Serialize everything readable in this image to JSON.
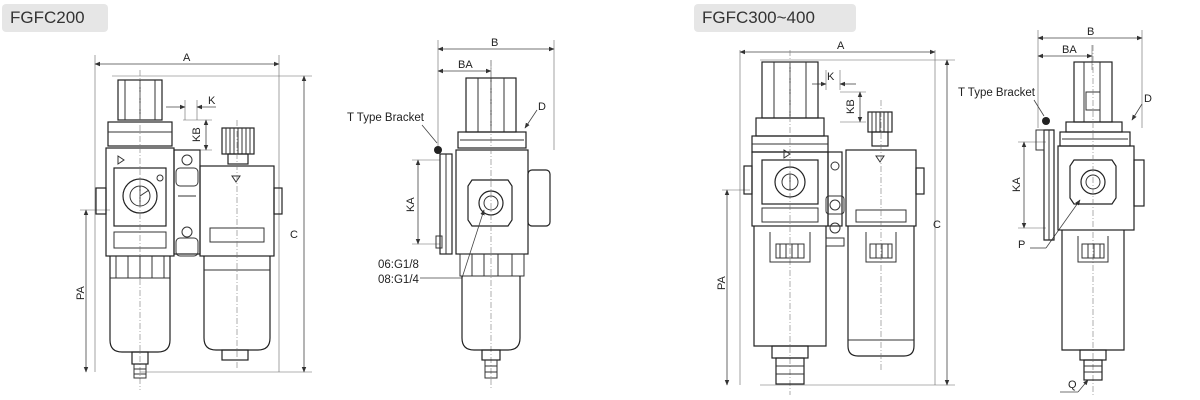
{
  "models": {
    "left": "FGFC200",
    "right": "FGFC300~400"
  },
  "dims": {
    "A": "A",
    "B": "B",
    "BA": "BA",
    "C": "C",
    "D": "D",
    "K": "K",
    "KA": "KA",
    "KB": "KB",
    "PA": "PA",
    "P": "P",
    "Q": "Q"
  },
  "callouts": {
    "bracket": "T Type Bracket",
    "port_06": "06:G1/8",
    "port_08": "08:G1/4"
  },
  "colors": {
    "line": "#333333",
    "tag_bg": "#e6e6e6"
  }
}
